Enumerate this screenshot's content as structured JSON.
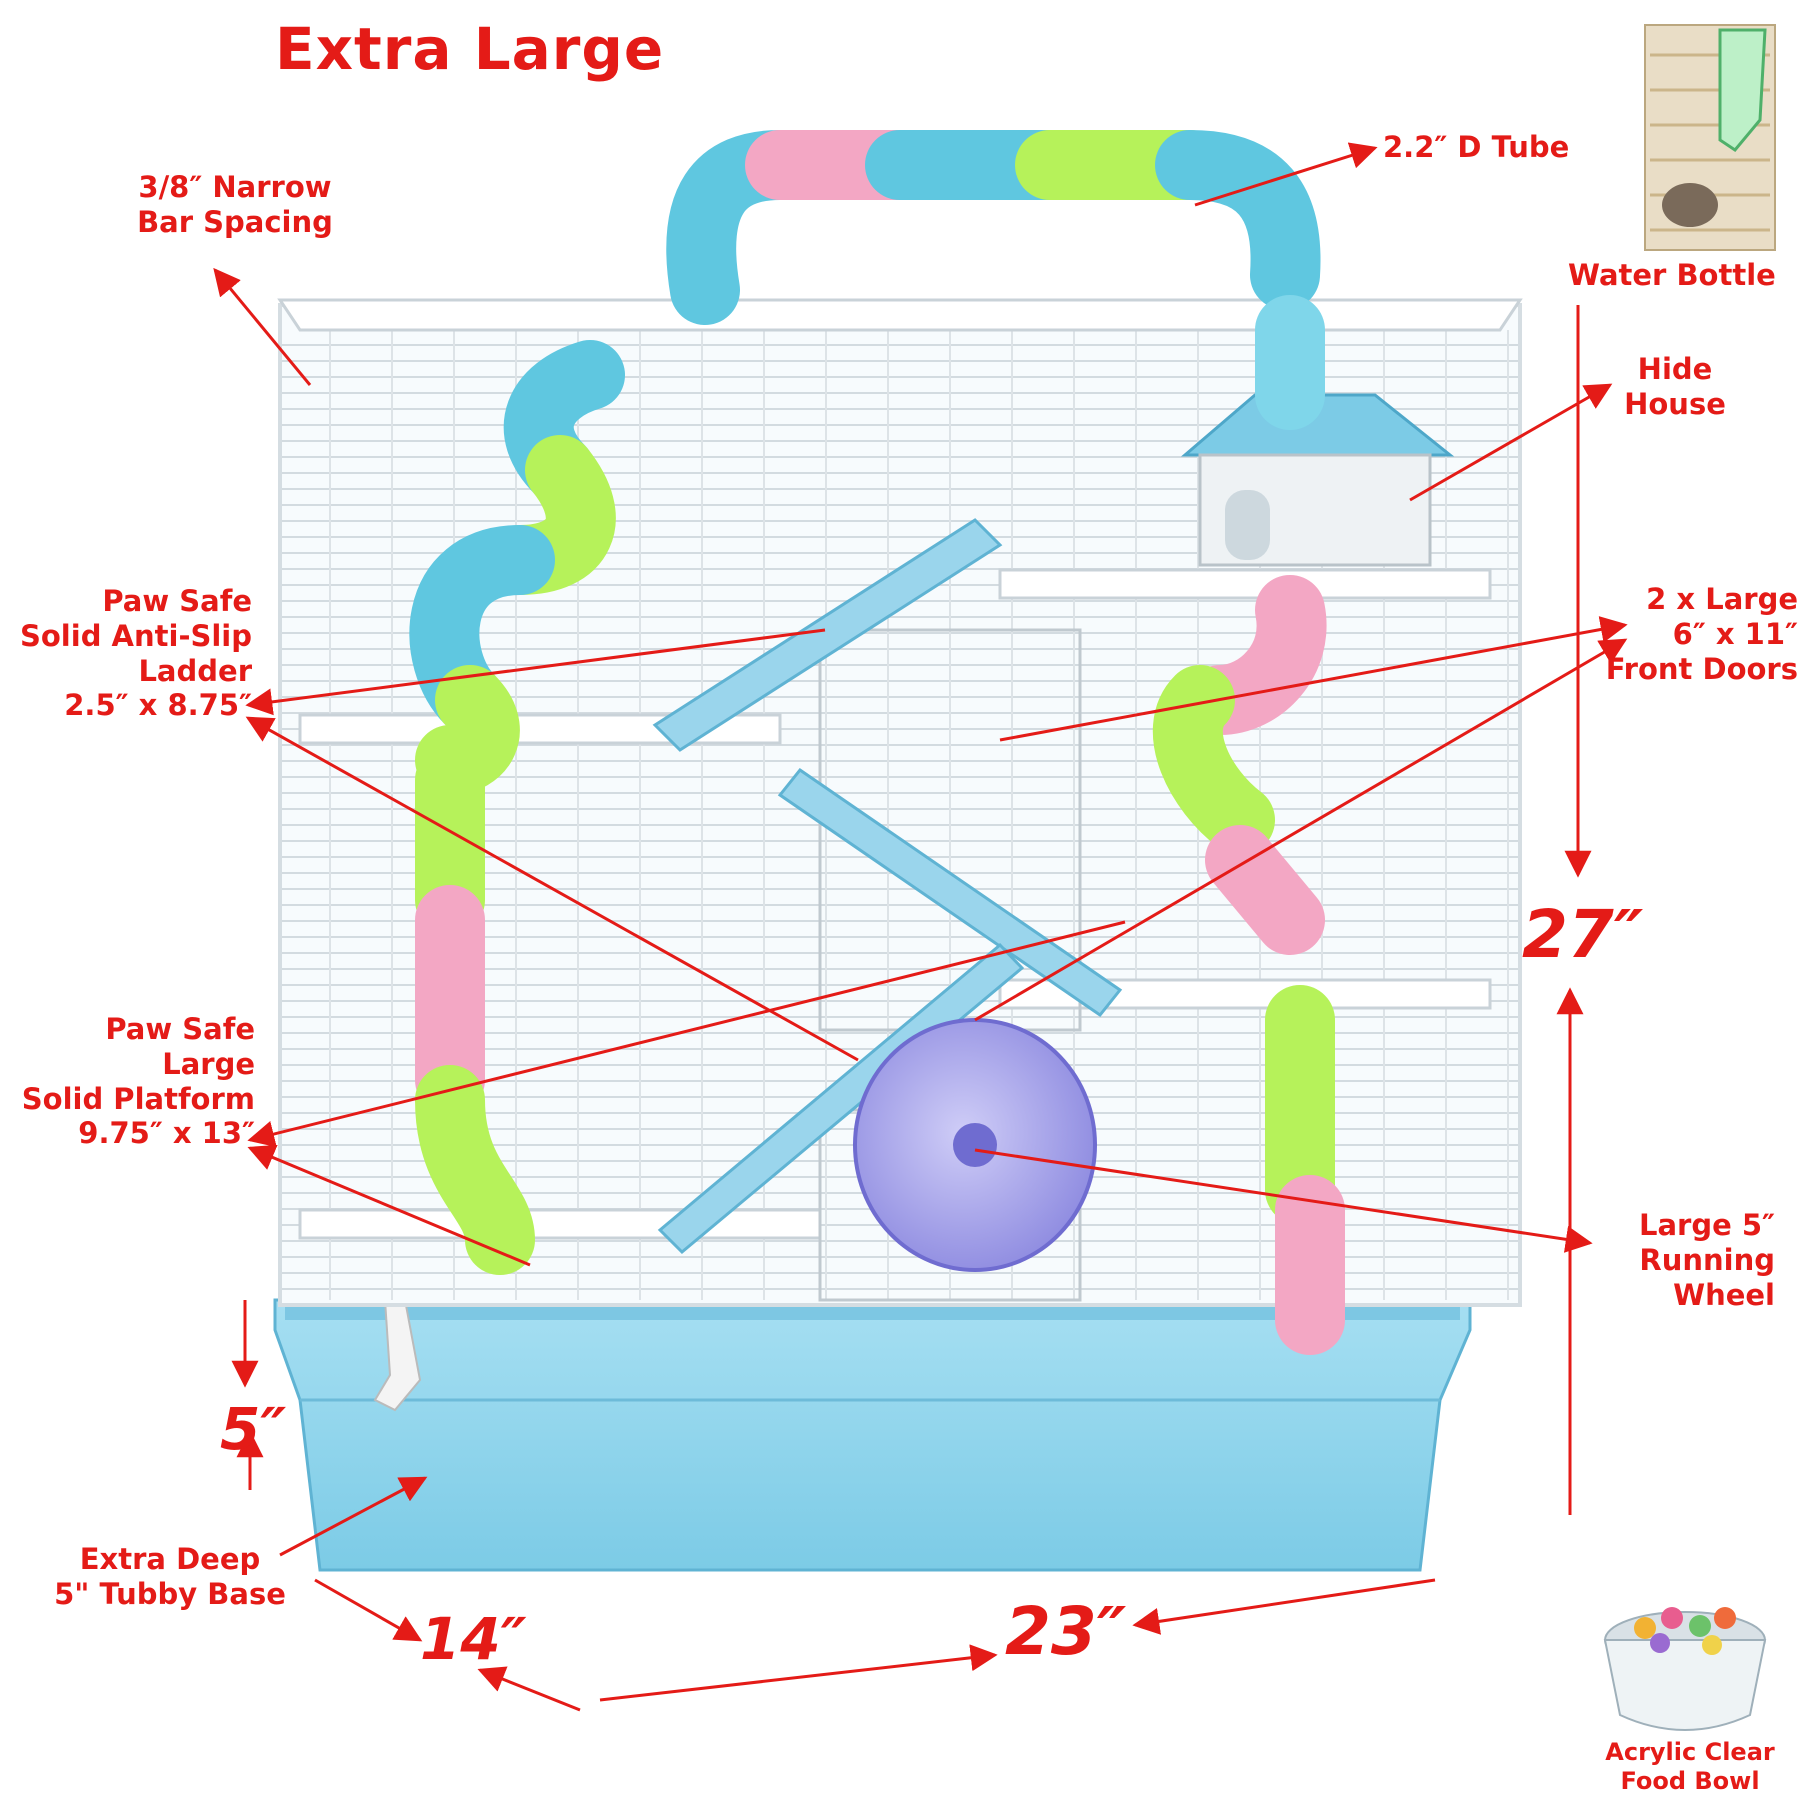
{
  "title": "Extra Large",
  "callouts": {
    "bar_spacing": [
      "3/8″ Narrow",
      "Bar Spacing"
    ],
    "tube": "2.2″ D Tube",
    "water_bottle": "Water Bottle",
    "hide_house": [
      "Hide",
      "House"
    ],
    "ladder": [
      "Paw Safe",
      "Solid Anti-Slip",
      "Ladder",
      "2.5″ x 8.75″"
    ],
    "front_doors": [
      "2 x Large",
      "6″ x 11″",
      "Front Doors"
    ],
    "platform": [
      "Paw Safe",
      "Large",
      "Solid Platform",
      "9.75″ x 13″"
    ],
    "wheel": [
      "Large 5″",
      "Running",
      "Wheel"
    ],
    "base": [
      "Extra Deep",
      "5\" Tubby Base"
    ],
    "food_bowl": [
      "Acrylic Clear",
      "Food Bowl"
    ]
  },
  "dimensions": {
    "height": "27″",
    "width": "23″",
    "depth": "14″",
    "base_depth": "5″"
  },
  "colors": {
    "label_red": "#e41b17",
    "cage_white": "#ffffff",
    "base_blue": "#8fd3ec",
    "tube_blue": "#5fc7e0",
    "tube_green": "#b6f25a",
    "tube_pink": "#f3a7c4",
    "wheel_purple": "#a8a6ec"
  }
}
